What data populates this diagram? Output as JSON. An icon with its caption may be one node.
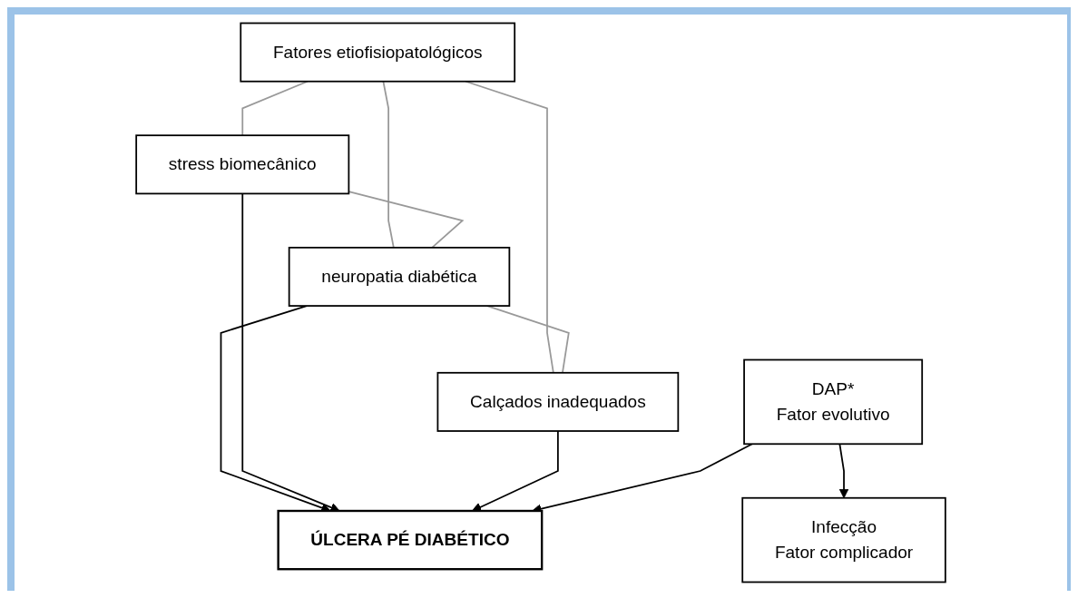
{
  "diagram": {
    "nodes": [
      {
        "text": [
          "Fatores etiofisiopatológicos"
        ]
      },
      {
        "text": [
          "stress biomecânico"
        ]
      },
      {
        "text": [
          "neuropatia diabética"
        ]
      },
      {
        "text": [
          "Calçados inadequados"
        ]
      },
      {
        "text": [
          "ÚLCERA PÉ DIABÉTICO"
        ]
      },
      {
        "text": [
          "DAP*",
          "Fator evolutivo"
        ]
      },
      {
        "text": [
          "Infecção",
          "Fator complicador"
        ]
      }
    ],
    "edges": [
      {
        "from": 0,
        "to": 1,
        "arrow": "none",
        "color": "#999999"
      },
      {
        "from": 0,
        "to": 2,
        "arrow": "none",
        "color": "#999999"
      },
      {
        "from": 0,
        "to": 3,
        "arrow": "none",
        "color": "#999999"
      },
      {
        "from": 1,
        "to": 2,
        "arrow": "none",
        "color": "#999999"
      },
      {
        "from": 2,
        "to": 3,
        "arrow": "none",
        "color": "#999999"
      },
      {
        "from": 2,
        "to": 4,
        "arrow": "to",
        "color": "#000000"
      },
      {
        "from": 1,
        "to": 4,
        "arrow": "to",
        "color": "#000000"
      },
      {
        "from": 3,
        "to": 4,
        "arrow": "to",
        "color": "#000000"
      },
      {
        "from": 5,
        "to": 6,
        "arrow": "to",
        "color": "#000000"
      },
      {
        "from": 5,
        "to": 4,
        "arrow": "to",
        "color": "#000000"
      }
    ]
  }
}
